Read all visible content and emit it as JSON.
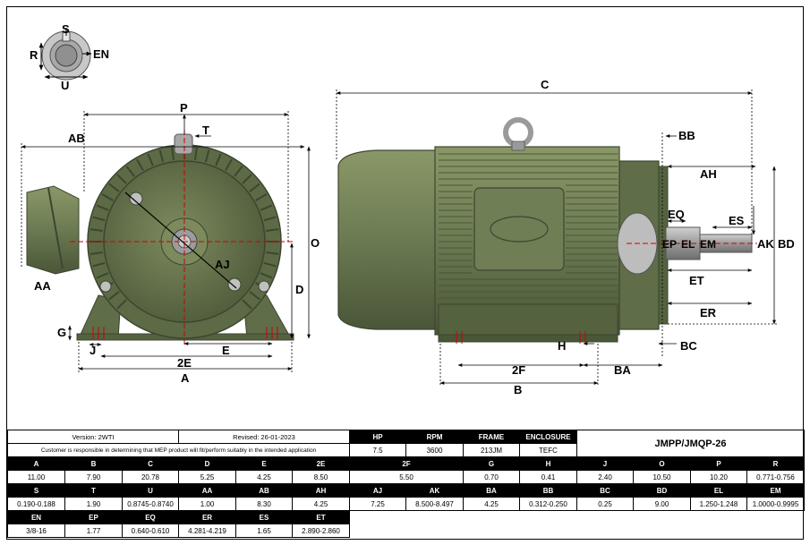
{
  "labels": {
    "s": "S",
    "r": "R",
    "en": "EN",
    "u": "U",
    "p": "P",
    "t": "T",
    "ab": "AB",
    "o": "O",
    "aj": "AJ",
    "aa": "AA",
    "d": "D",
    "g": "G",
    "j": "J",
    "e": "E",
    "two_e": "2E",
    "a": "A",
    "c": "C",
    "bb": "BB",
    "ah": "AH",
    "eq": "EQ",
    "es": "ES",
    "ep": "EP",
    "el": "EL",
    "em": "EM",
    "ak": "AK",
    "bd": "BD",
    "et": "ET",
    "er": "ER",
    "h": "H",
    "bc": "BC",
    "two_f": "2F",
    "ba": "BA",
    "b": "B"
  },
  "info": {
    "version": "Version: 2WTI",
    "revised": "Revised: 26-01-2023",
    "note": "Customer is responsible in determining that MEP product will fit/perform suitably in the intended application",
    "model": "JMPP/JMQP-26"
  },
  "rating": {
    "headers": [
      "HP",
      "RPM",
      "FRAME",
      "ENCLOSURE"
    ],
    "values": [
      "7.5",
      "3600",
      "213JM",
      "TEFC"
    ]
  },
  "dims_row1": {
    "headers": [
      "A",
      "B",
      "C",
      "D",
      "E",
      "2E",
      "2F",
      "G",
      "H",
      "J",
      "O",
      "P",
      "R"
    ],
    "values": [
      "11.00",
      "7.90",
      "20.78",
      "5.25",
      "4.25",
      "8.50",
      "5.50",
      "0.70",
      "0.41",
      "2.40",
      "10.50",
      "10.20",
      "0.771-0.756"
    ]
  },
  "dims_row2": {
    "headers": [
      "S",
      "T",
      "U",
      "AA",
      "AB",
      "AH",
      "AJ",
      "AK",
      "BA",
      "BB",
      "BC",
      "BD",
      "EL",
      "EM"
    ],
    "values": [
      "0.190-0.188",
      "1.90",
      "0.8745-0.8740",
      "1.00",
      "8.30",
      "4.25",
      "7.25",
      "8.500-8.497",
      "4.25",
      "0.312-0.250",
      "0.25",
      "9.00",
      "1.250-1.248",
      "1.0000-0.9995"
    ]
  },
  "dims_row3": {
    "headers": [
      "EN",
      "EP",
      "EQ",
      "ER",
      "ES",
      "ET"
    ],
    "values": [
      "3/8-16",
      "1.77",
      "0.640-0.610",
      "4.281-4.219",
      "1.65",
      "2.890-2.860"
    ]
  },
  "colors": {
    "motor_body": "#6b7a52",
    "motor_dark": "#4a5638",
    "motor_light": "#8a9868",
    "shaft": "#9a9a9a",
    "centerline": "#d00000"
  }
}
